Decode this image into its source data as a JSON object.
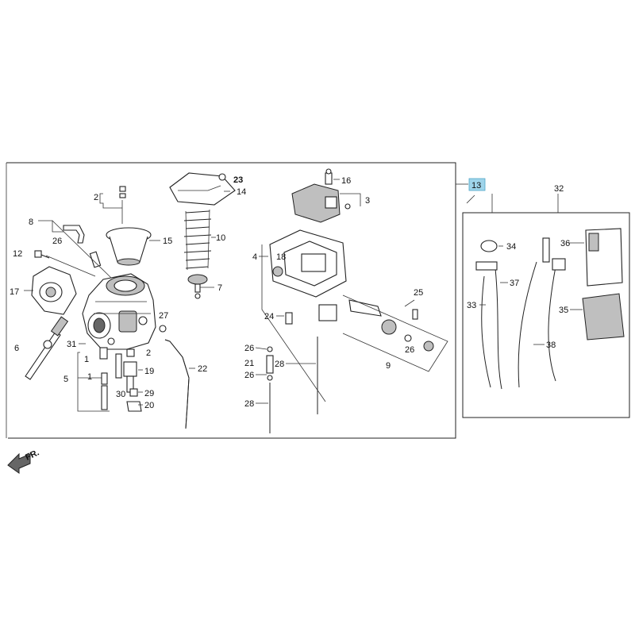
{
  "callouts": {
    "c2a": "2",
    "c8": "8",
    "c26a": "26",
    "c15": "15",
    "c12": "12",
    "c17": "17",
    "c6": "6",
    "c31": "31",
    "c1a": "1",
    "c2b": "2",
    "c5": "5",
    "c1b": "1",
    "c19": "19",
    "c30": "30",
    "c29": "29",
    "c20": "20",
    "c27": "27",
    "c22": "22",
    "c23": "23",
    "c14": "14",
    "c10": "10",
    "c7": "7",
    "c16": "16",
    "c3": "3",
    "c4": "4",
    "c18": "18",
    "c25": "25",
    "c24": "24",
    "c9": "9",
    "c26b": "26",
    "c26c": "26",
    "c21": "21",
    "c26d": "26",
    "c28a": "28",
    "c28b": "28",
    "c13": "13",
    "c32": "32",
    "c34": "34",
    "c36": "36",
    "c37": "37",
    "c33": "33",
    "c35": "35",
    "c38": "38"
  },
  "front_marker": "FR.",
  "colors": {
    "highlight": "#9fd4ea",
    "line": "#222222"
  }
}
